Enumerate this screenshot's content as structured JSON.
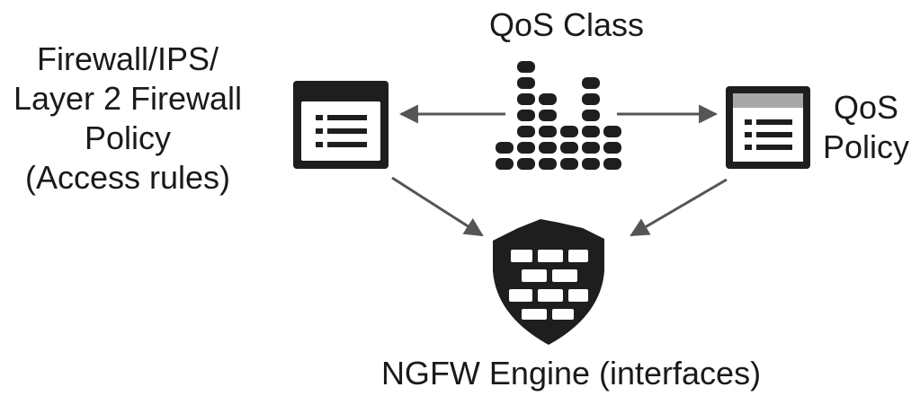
{
  "labels": {
    "firewall_policy": [
      "Firewall/IPS/",
      "Layer 2 Firewall",
      "Policy",
      "(Access rules)"
    ],
    "qos_class": "QoS Class",
    "qos_policy": [
      "QoS",
      "Policy"
    ],
    "engine": "NGFW Engine (interfaces)"
  },
  "colors": {
    "icon": "#1e1e1e",
    "icon_header_light": "#a8a8a8",
    "arrow": "#555555",
    "text": "#1a1a1a"
  },
  "icons": {
    "firewall_policy": "policy-document-icon",
    "qos_class": "qos-class-bars-icon",
    "qos_policy": "qos-policy-document-icon",
    "engine": "firewall-shield-icon"
  }
}
